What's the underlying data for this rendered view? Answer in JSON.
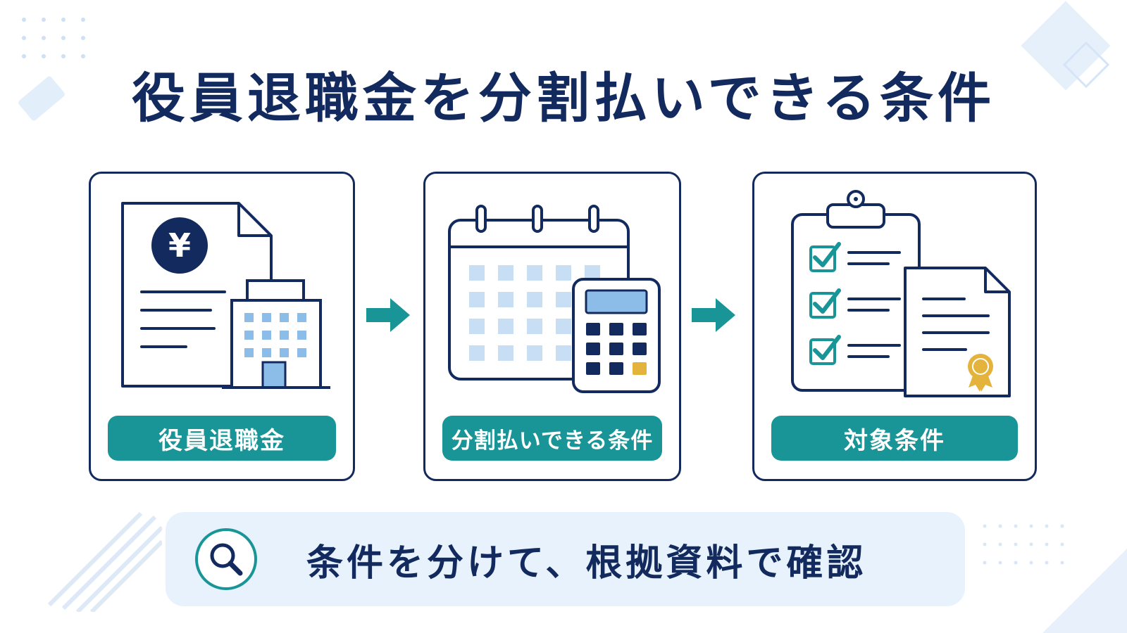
{
  "title": "役員退職金を分割払いできる条件",
  "steps": [
    {
      "label": "役員退職金",
      "icon": "document-yen-building-icon"
    },
    {
      "label": "分割払いできる条件",
      "icon": "calendar-calculator-icon"
    },
    {
      "label": "対象条件",
      "icon": "clipboard-checklist-certificate-icon"
    }
  ],
  "banner": {
    "text": "条件を分けて、根拠資料で確認",
    "icon": "search-icon"
  },
  "colors": {
    "navy": "#132a5e",
    "teal": "#1a9597",
    "light_blue": "#e8f2fc",
    "accent_gold": "#e3b33b"
  }
}
